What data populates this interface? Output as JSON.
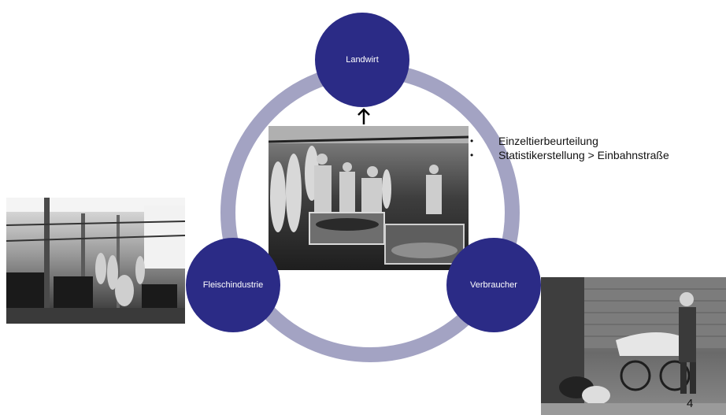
{
  "nodes": {
    "top": "Landwirt",
    "left": "Fleischindustrie",
    "right": "Verbraucher"
  },
  "bullets": [
    "Einzeltierbeurteilung",
    "Statistikerstellung > Einbahnstraße"
  ],
  "page_number": "4",
  "colors": {
    "node": "#2b2b86",
    "ring": "#a3a3c3"
  }
}
